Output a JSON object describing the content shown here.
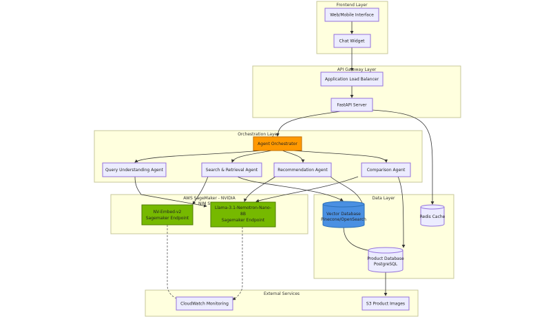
{
  "layers": {
    "frontend": "Frontend Layer",
    "api_gateway": "API Gateway Layer",
    "orchestration": "Orchestration Layer",
    "sagemaker": "AWS SageMaker - NVIDIA",
    "nim": "NIM Se",
    "data": "Data Layer",
    "external": "External Services"
  },
  "nodes": {
    "web": "Web/Mobile Interface",
    "chat": "Chat Widget",
    "alb": "Application Load Balancer",
    "fastapi": "FastAPI Server",
    "orchestrator": "Agent Orchestrator",
    "query": "Query Understanding Agent",
    "search": "Search & Retrieval Agent",
    "recommend": "Recommendation Agent",
    "compare": "Comparison Agent",
    "embed_1": "NV-Embed-v2",
    "embed_2": "Sagemaker Endpoint",
    "llama_1": "Llama-3.1-Nemotron-Nano-",
    "llama_2": "8B",
    "llama_3": "Sagemaker Endpoint",
    "vector_1": "Vector Database",
    "vector_2": "Pinecone/OpenSearch",
    "redis": "Redis Cache",
    "product_1": "Product Database",
    "product_2": "PostgreSQL",
    "cloudwatch": "CloudWatch Monitoring",
    "s3": "S3 Product Images"
  },
  "colors": {
    "layer_fill": "#ffffde",
    "node_fill": "#ececff",
    "node_stroke": "#9370db",
    "orchestrator": "#ff9900",
    "nvidia": "#76b900",
    "vector_db": "#4a90e2"
  }
}
